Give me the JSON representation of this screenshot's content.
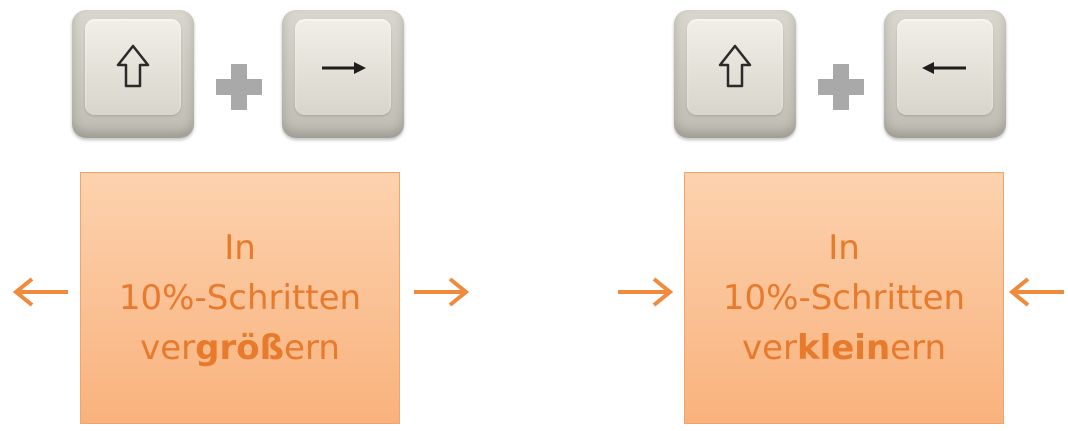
{
  "colors": {
    "accent": "#f08a3c",
    "box_text": "#e87a2c",
    "box_fill_top": "#fcd2ae",
    "box_fill_bottom": "#f9b27d",
    "plus": "#a9a9a9"
  },
  "left_panel": {
    "keys": [
      {
        "icon": "shift-icon"
      },
      {
        "icon": "arrow-right-icon"
      }
    ],
    "box": {
      "line1": "In",
      "line2": "10%-Schritten",
      "line3_pre": "ver",
      "line3_bold": "größ",
      "line3_post": "ern"
    }
  },
  "right_panel": {
    "keys": [
      {
        "icon": "shift-icon"
      },
      {
        "icon": "arrow-left-icon"
      }
    ],
    "box": {
      "line1": "In",
      "line2": "10%-Schritten",
      "line3_pre": "ver",
      "line3_bold": "klein",
      "line3_post": "ern"
    }
  }
}
